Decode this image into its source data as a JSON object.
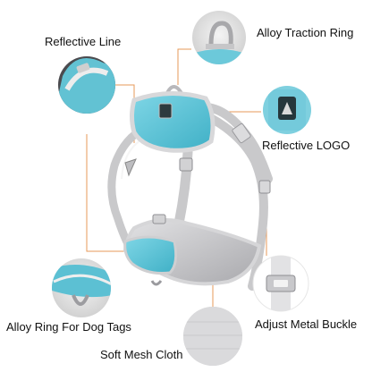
{
  "labels": {
    "reflective_line": "Reflective Line",
    "alloy_traction_ring": "Alloy Traction Ring",
    "reflective_logo": "Reflective LOGO",
    "alloy_ring_dog_tags": "Alloy Ring For Dog Tags",
    "adjust_metal_buckle": "Adjust Metal Buckle",
    "soft_mesh_cloth": "Soft Mesh Cloth"
  },
  "colors": {
    "harness_blue": "#5fc3d6",
    "strap_gray": "#c9c9cb",
    "leader_line": "#e79a5a",
    "text": "#111111"
  }
}
